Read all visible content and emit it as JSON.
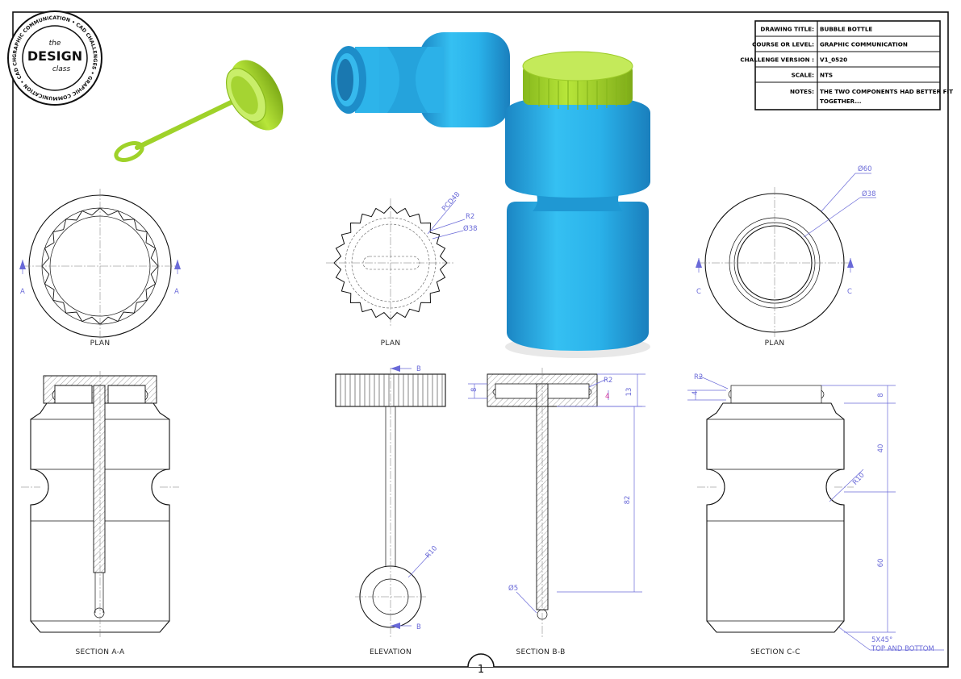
{
  "title_block": {
    "rows": [
      {
        "label": "DRAWING TITLE:",
        "value": "BUBBLE BOTTLE"
      },
      {
        "label": "COURSE OR LEVEL:",
        "value": "GRAPHIC COMMUNICATION"
      },
      {
        "label": "CHALLENGE VERSION :",
        "value": "V1_0520"
      },
      {
        "label": "SCALE:",
        "value": "NTS"
      },
      {
        "label": "NOTES:",
        "value": "THE TWO COMPONENTS HAD BETTER FIT",
        "value2": "TOGETHER..."
      }
    ]
  },
  "logo": {
    "line1": "the",
    "line2": "DESIGN",
    "line3": "class",
    "ring_text": "GRAPHIC COMMUNICATION • CAD CHALLENGES • GRAPHIC COMMUNICATION • CAD CHALLENGES •"
  },
  "views": {
    "plan_1": "PLAN",
    "plan_2": "PLAN",
    "plan_3": "PLAN",
    "section_aa": "SECTION A-A",
    "elevation": "ELEVATION",
    "section_bb": "SECTION B-B",
    "section_cc": "SECTION C-C"
  },
  "section_markers": {
    "a": "A",
    "b": "B",
    "c": "C"
  },
  "dimensions": {
    "pcd48": "PCD48",
    "r2": "R2",
    "d38": "Ø38",
    "d60": "Ø60",
    "r10": "R10",
    "d5": "Ø5",
    "n8": "8",
    "n13": "13",
    "n4": "4",
    "n82": "82",
    "n40": "40",
    "n60": "60",
    "chamfer": "5X45°",
    "chamfer_note": "TOP AND BOTTOM"
  },
  "sheet_number": "1",
  "colors": {
    "body_blue": "#29aee6",
    "cap_green": "#a8dc2c",
    "dimension": "#6a6ad8",
    "dimension_accent": "#d0309a"
  }
}
